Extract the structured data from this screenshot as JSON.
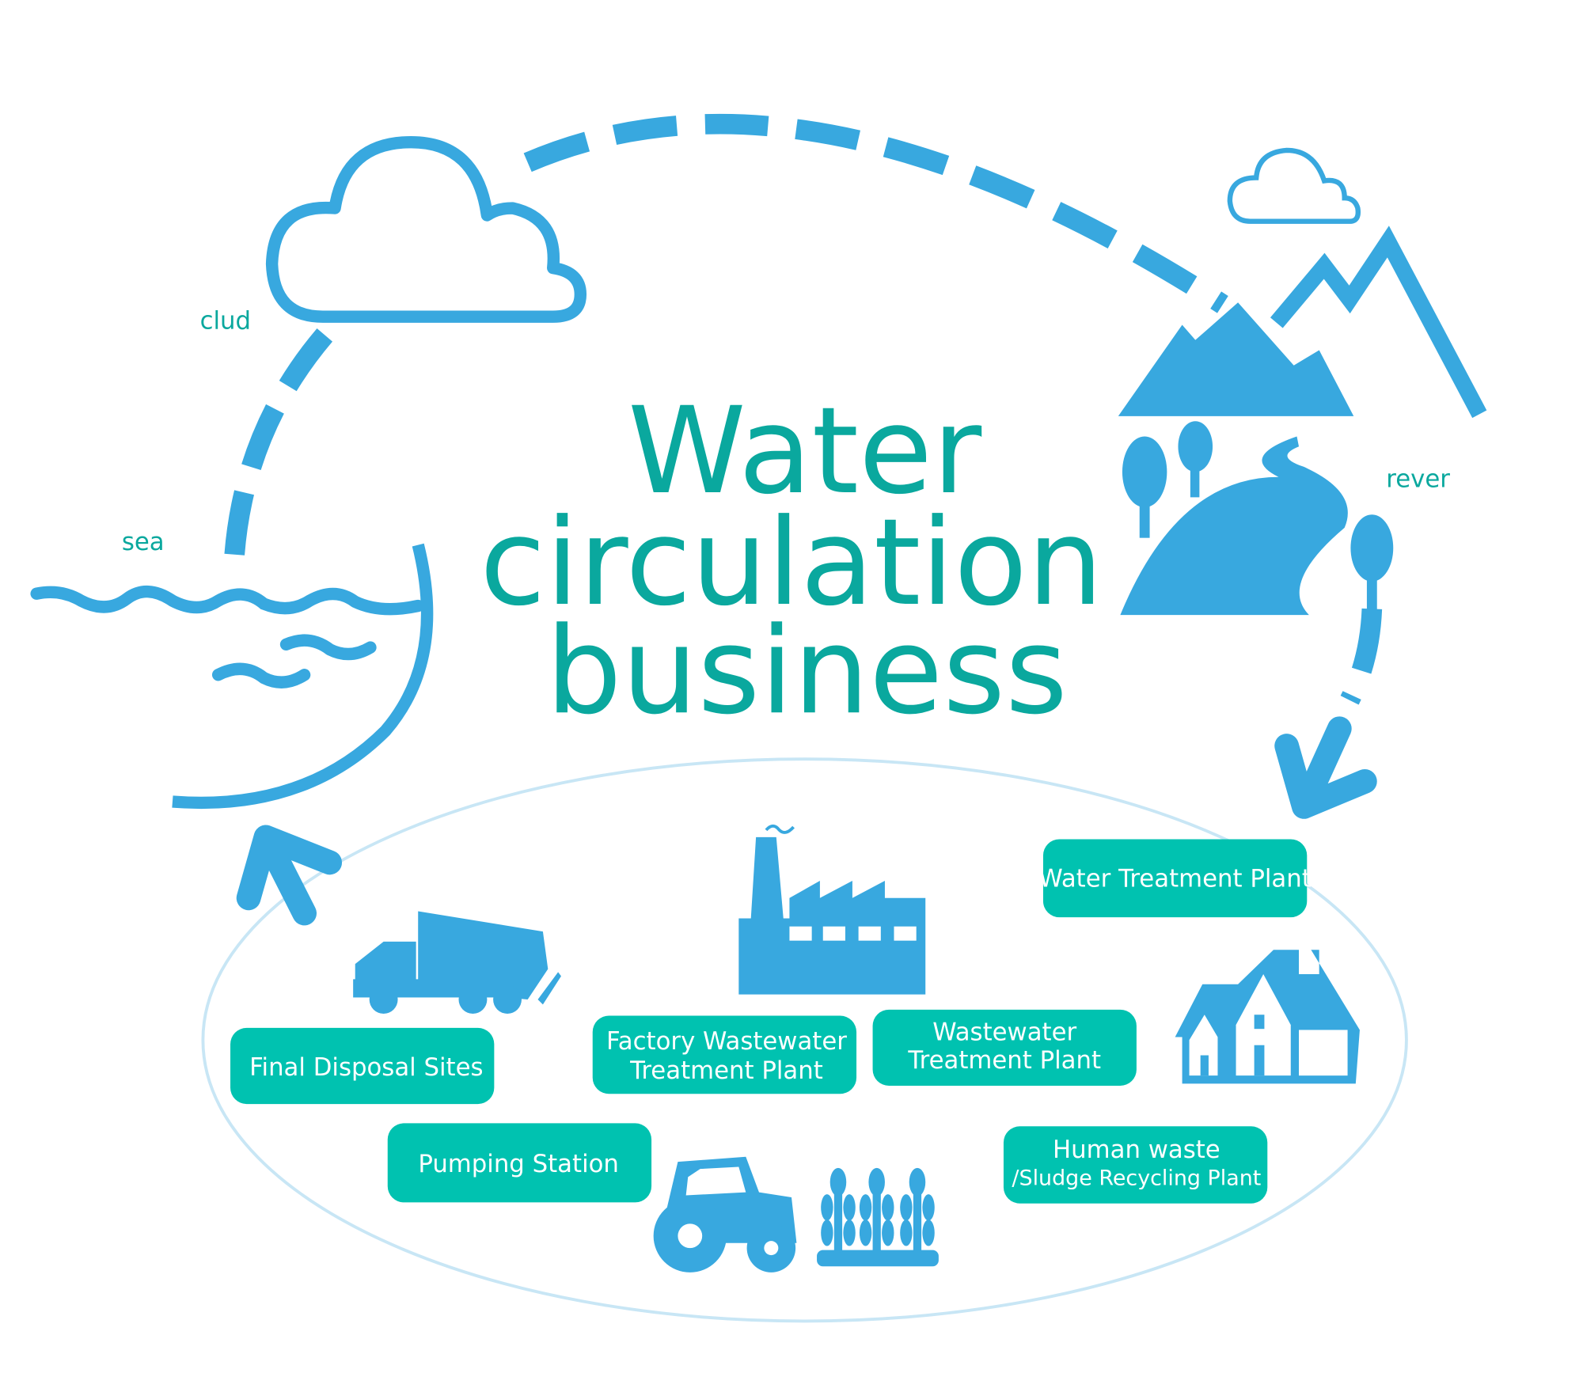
{
  "title": {
    "line1": "Water",
    "line2": "circulation",
    "line3": "business"
  },
  "labels": {
    "cloud": "clud",
    "sea": "sea",
    "river": "rever"
  },
  "facilities": {
    "water_treatment": "Water Treatment Plant",
    "final_disposal": "Final Disposal Sites",
    "factory_wastewater_1": "Factory Wastewater",
    "factory_wastewater_2": "Treatment Plant",
    "wastewater_1": "Wastewater",
    "wastewater_2": "Treatment Plant",
    "pumping": "Pumping Station",
    "human_waste_1": "Human waste",
    "human_waste_2": "/Sludge Recycling Plant"
  },
  "colors": {
    "icon": "#38a8df",
    "box": "#00c2b0",
    "text": "#0aa89e",
    "ellipse": "#c8e6f5"
  }
}
